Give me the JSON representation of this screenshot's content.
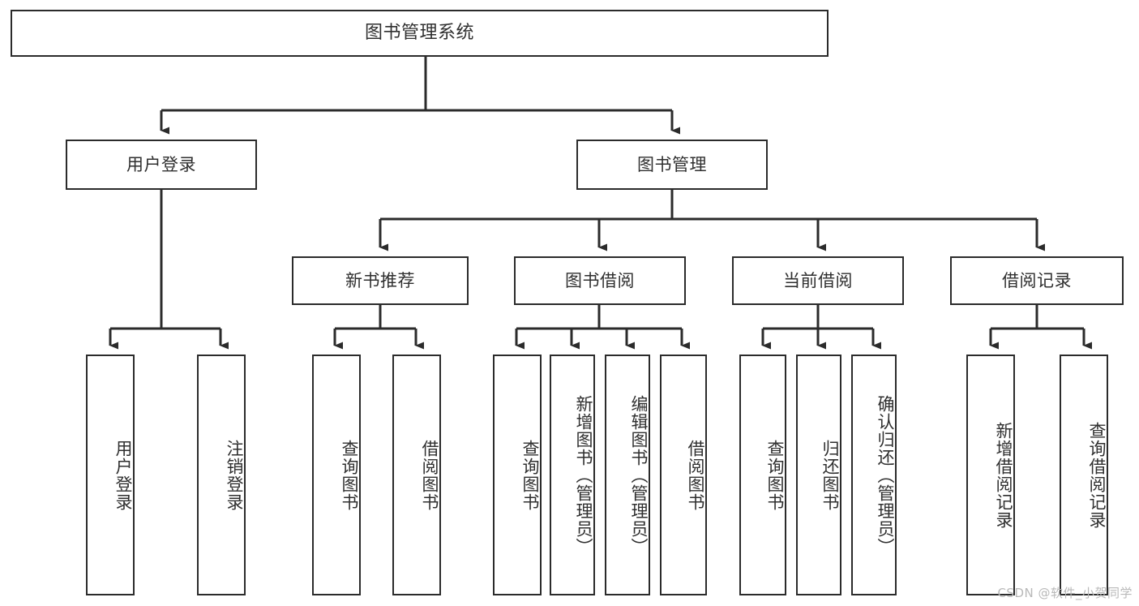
{
  "diagram": {
    "title": "图书管理系统",
    "type": "tree",
    "watermark": "CSDN @软件_小贺同学",
    "colors": {
      "box_border": "#2b2b2b",
      "box_fill": "#ffffff",
      "text": "#2f2f2f",
      "connector": "#2b2b2b",
      "watermark": "#b9b9b9",
      "background": "#ffffff"
    },
    "levels": {
      "root": {
        "label": "图书管理系统"
      },
      "level2": [
        {
          "label": "用户登录"
        },
        {
          "label": "图书管理"
        }
      ],
      "level3": [
        {
          "label": "新书推荐"
        },
        {
          "label": "图书借阅"
        },
        {
          "label": "当前借阅"
        },
        {
          "label": "借阅记录"
        }
      ],
      "leaves": [
        {
          "label": "用户登录",
          "parent": "用户登录"
        },
        {
          "label": "注销登录",
          "parent": "用户登录"
        },
        {
          "label": "查询图书",
          "parent": "新书推荐"
        },
        {
          "label": "借阅图书",
          "parent": "新书推荐"
        },
        {
          "label": "查询图书",
          "parent": "图书借阅"
        },
        {
          "label": "新增图书（管理员）",
          "parent": "图书借阅"
        },
        {
          "label": "编辑图书（管理员）",
          "parent": "图书借阅"
        },
        {
          "label": "借阅图书",
          "parent": "图书借阅"
        },
        {
          "label": "查询图书",
          "parent": "当前借阅"
        },
        {
          "label": "归还图书",
          "parent": "当前借阅"
        },
        {
          "label": "确认归还（管理员）",
          "parent": "当前借阅"
        },
        {
          "label": "新增借阅记录",
          "parent": "借阅记录"
        },
        {
          "label": "查询借阅记录",
          "parent": "借阅记录"
        }
      ]
    }
  }
}
